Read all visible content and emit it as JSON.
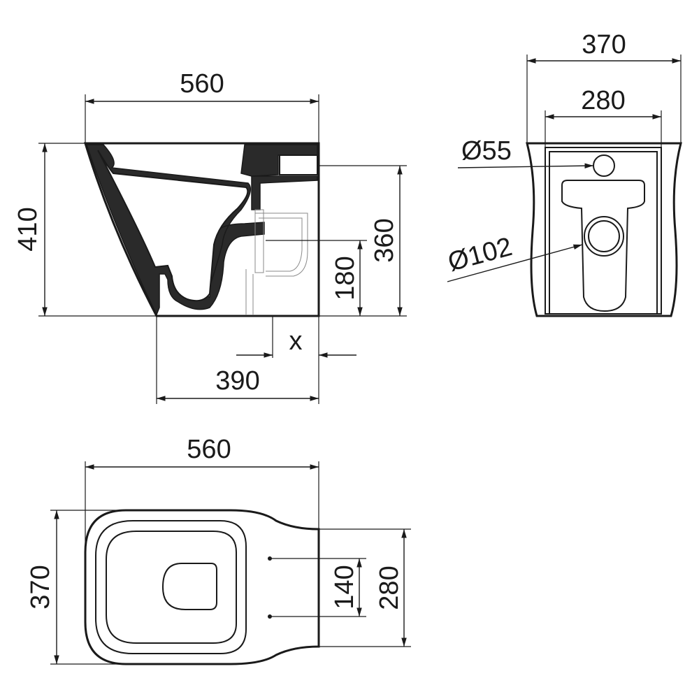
{
  "side_view": {
    "width_label": "560",
    "height_label": "410",
    "outlet_height_label": "360",
    "outlet_center_label": "180",
    "base_depth_label": "390",
    "offset_label": "x"
  },
  "rear_view": {
    "width_label": "370",
    "inner_width_label": "280",
    "inlet_diameter_label": "Ø55",
    "outlet_diameter_label": "Ø102"
  },
  "top_view": {
    "length_label": "560",
    "width_label": "370",
    "hole_spacing_label": "140",
    "rear_width_label": "280"
  },
  "colors": {
    "line": "#1a1a1a",
    "section_fill": "#2a2a2a",
    "background": "#ffffff"
  }
}
